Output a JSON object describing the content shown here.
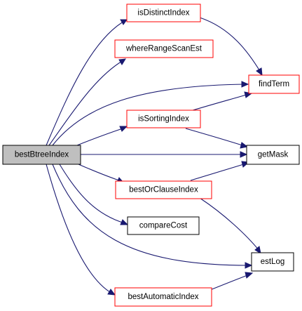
{
  "diagram": {
    "nodes": {
      "root": {
        "label": "bestBtreeIndex",
        "fill": "#bfbfbf",
        "border": "#000000"
      },
      "isDistinctIndex": {
        "label": "isDistinctIndex",
        "fill": "#ffffff",
        "border": "#ff0000"
      },
      "whereRangeScanEst": {
        "label": "whereRangeScanEst",
        "fill": "#ffffff",
        "border": "#ff0000"
      },
      "findTerm": {
        "label": "findTerm",
        "fill": "#ffffff",
        "border": "#ff0000"
      },
      "isSortingIndex": {
        "label": "isSortingIndex",
        "fill": "#ffffff",
        "border": "#ff0000"
      },
      "getMask": {
        "label": "getMask",
        "fill": "#ffffff",
        "border": "#000000"
      },
      "bestOrClauseIndex": {
        "label": "bestOrClauseIndex",
        "fill": "#ffffff",
        "border": "#ff0000"
      },
      "compareCost": {
        "label": "compareCost",
        "fill": "#ffffff",
        "border": "#000000"
      },
      "estLog": {
        "label": "estLog",
        "fill": "#ffffff",
        "border": "#000000"
      },
      "bestAutomaticIndex": {
        "label": "bestAutomaticIndex",
        "fill": "#ffffff",
        "border": "#ff0000"
      }
    },
    "edges": [
      {
        "from": "bestBtreeIndex",
        "to": "isDistinctIndex"
      },
      {
        "from": "bestBtreeIndex",
        "to": "whereRangeScanEst"
      },
      {
        "from": "bestBtreeIndex",
        "to": "findTerm"
      },
      {
        "from": "bestBtreeIndex",
        "to": "isSortingIndex"
      },
      {
        "from": "bestBtreeIndex",
        "to": "getMask"
      },
      {
        "from": "bestBtreeIndex",
        "to": "bestOrClauseIndex"
      },
      {
        "from": "bestBtreeIndex",
        "to": "compareCost"
      },
      {
        "from": "bestBtreeIndex",
        "to": "estLog"
      },
      {
        "from": "bestBtreeIndex",
        "to": "bestAutomaticIndex"
      },
      {
        "from": "isDistinctIndex",
        "to": "findTerm"
      },
      {
        "from": "isSortingIndex",
        "to": "findTerm"
      },
      {
        "from": "isSortingIndex",
        "to": "getMask"
      },
      {
        "from": "bestOrClauseIndex",
        "to": "getMask"
      },
      {
        "from": "bestOrClauseIndex",
        "to": "estLog"
      },
      {
        "from": "bestAutomaticIndex",
        "to": "estLog"
      }
    ],
    "colors": {
      "edge": "#191970",
      "documented_border": "#ff0000",
      "undocumented_border": "#000000",
      "root_fill": "#bfbfbf"
    }
  }
}
